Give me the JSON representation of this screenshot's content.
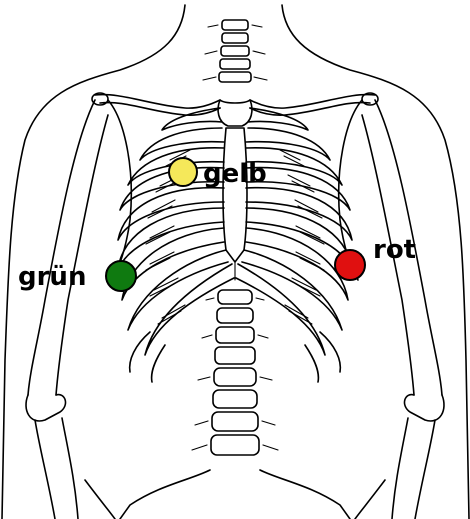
{
  "electrodes": [
    {
      "id": "yellow",
      "label": "gelb",
      "color": "#f5e85a"
    },
    {
      "id": "green",
      "label": "grün",
      "color": "#0f7a10"
    },
    {
      "id": "red",
      "label": "rot",
      "color": "#e01010"
    }
  ]
}
